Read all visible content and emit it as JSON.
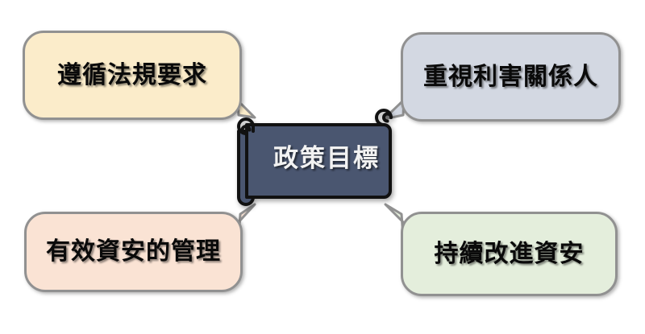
{
  "diagram": {
    "type": "radial-callout",
    "center": {
      "label": "政策目標",
      "shape": "scroll-banner",
      "fill": "#4a5670",
      "text_color": "#f2f2f2",
      "outline": "#111111"
    },
    "callouts": [
      {
        "id": "legal",
        "label": "遵循法規要求",
        "position": "top-left",
        "fill": "#fbecca",
        "border": "#919191",
        "text_color": "#0a0a0a",
        "tail_direction": "down-right"
      },
      {
        "id": "stakeholder",
        "label": "重視利害關係人",
        "position": "top-right",
        "fill": "#d3d8e2",
        "border": "#919191",
        "text_color": "#0a0a0a",
        "tail_direction": "down-left"
      },
      {
        "id": "management",
        "label": "有效資安的管理",
        "position": "bottom-left",
        "fill": "#fae3d4",
        "border": "#919191",
        "text_color": "#0a0a0a",
        "tail_direction": "up-right"
      },
      {
        "id": "improvement",
        "label": "持續改進資安",
        "position": "bottom-right",
        "fill": "#e4eedc",
        "border": "#919191",
        "text_color": "#0a0a0a",
        "tail_direction": "up-left"
      }
    ]
  }
}
